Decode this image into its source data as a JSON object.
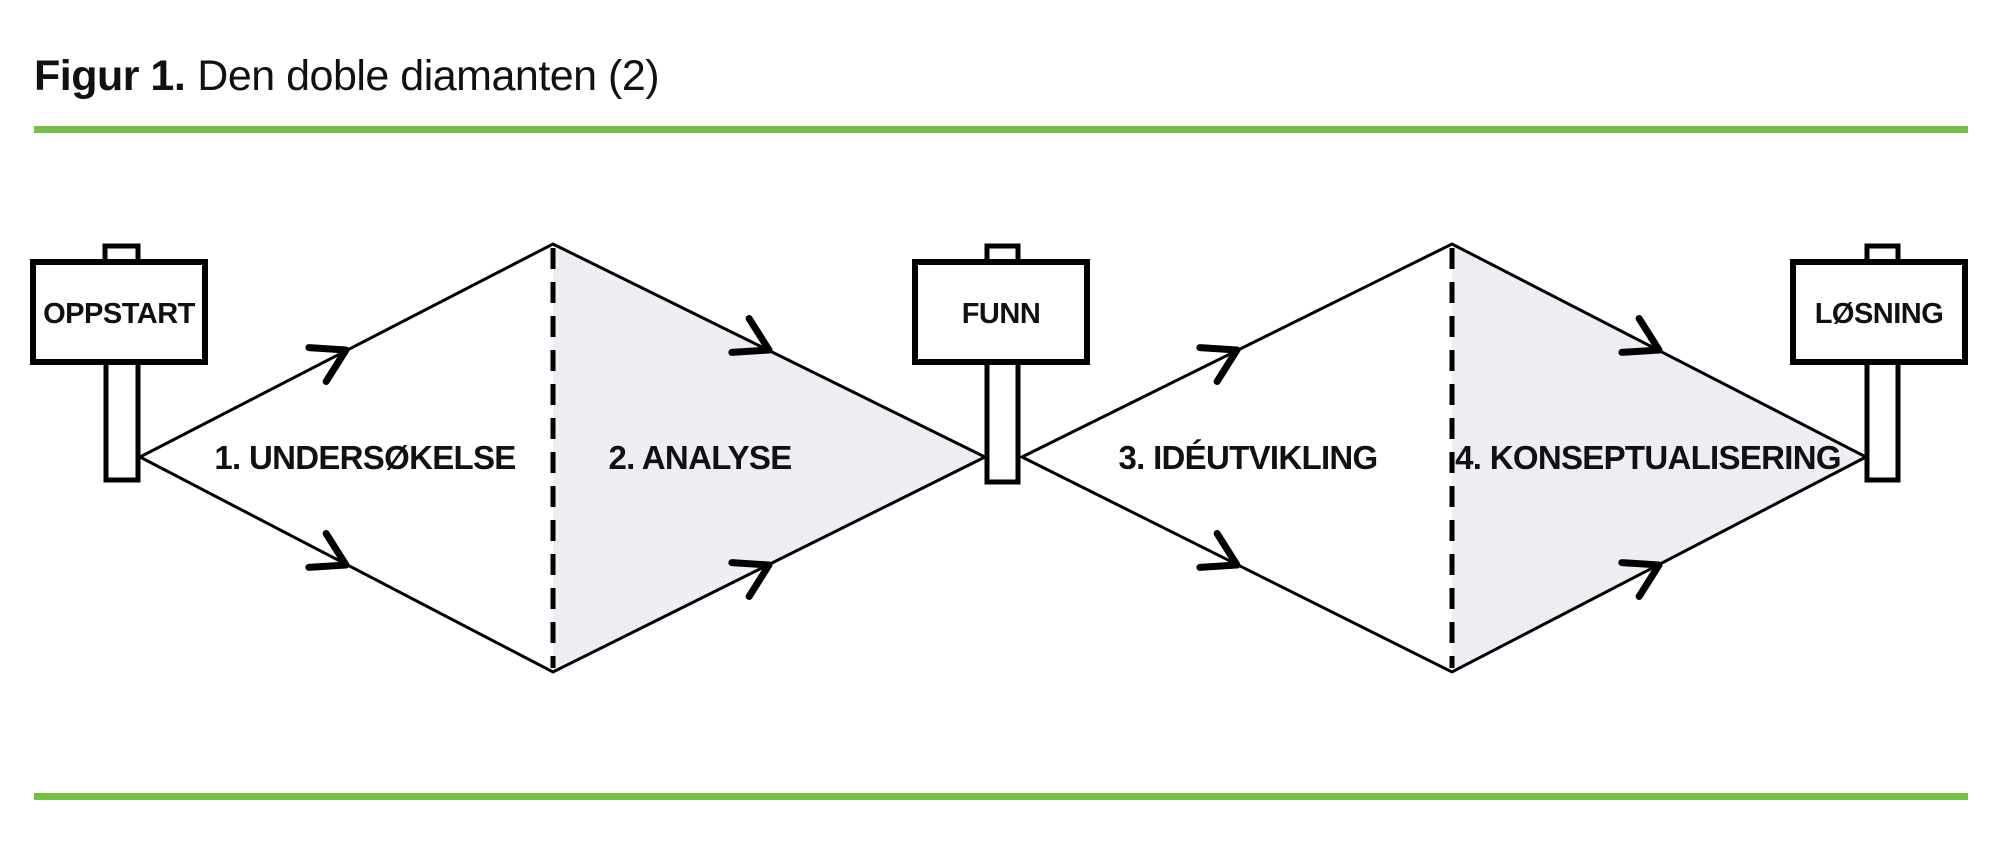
{
  "figure": {
    "title_prefix": "Figur 1.",
    "title_rest": "Den doble diamanten (2)"
  },
  "signs": {
    "start": {
      "label": "OPPSTART"
    },
    "middle": {
      "label": "FUNN"
    },
    "end": {
      "label": "LØSNING"
    }
  },
  "phases": {
    "p1": {
      "label": "1. UNDERSØKELSE"
    },
    "p2": {
      "label": "2. ANALYSE"
    },
    "p3": {
      "label": "3. IDÉUTVIKLING"
    },
    "p4": {
      "label": "4. KONSEPTUALISERING"
    }
  },
  "icons": {
    "arrow": "flow-direction-chevron"
  },
  "colors": {
    "accent_green": "#74C043",
    "diamond_shaded_fill": "#ECEEF4",
    "line_black": "#000000",
    "text_black": "#111111"
  }
}
